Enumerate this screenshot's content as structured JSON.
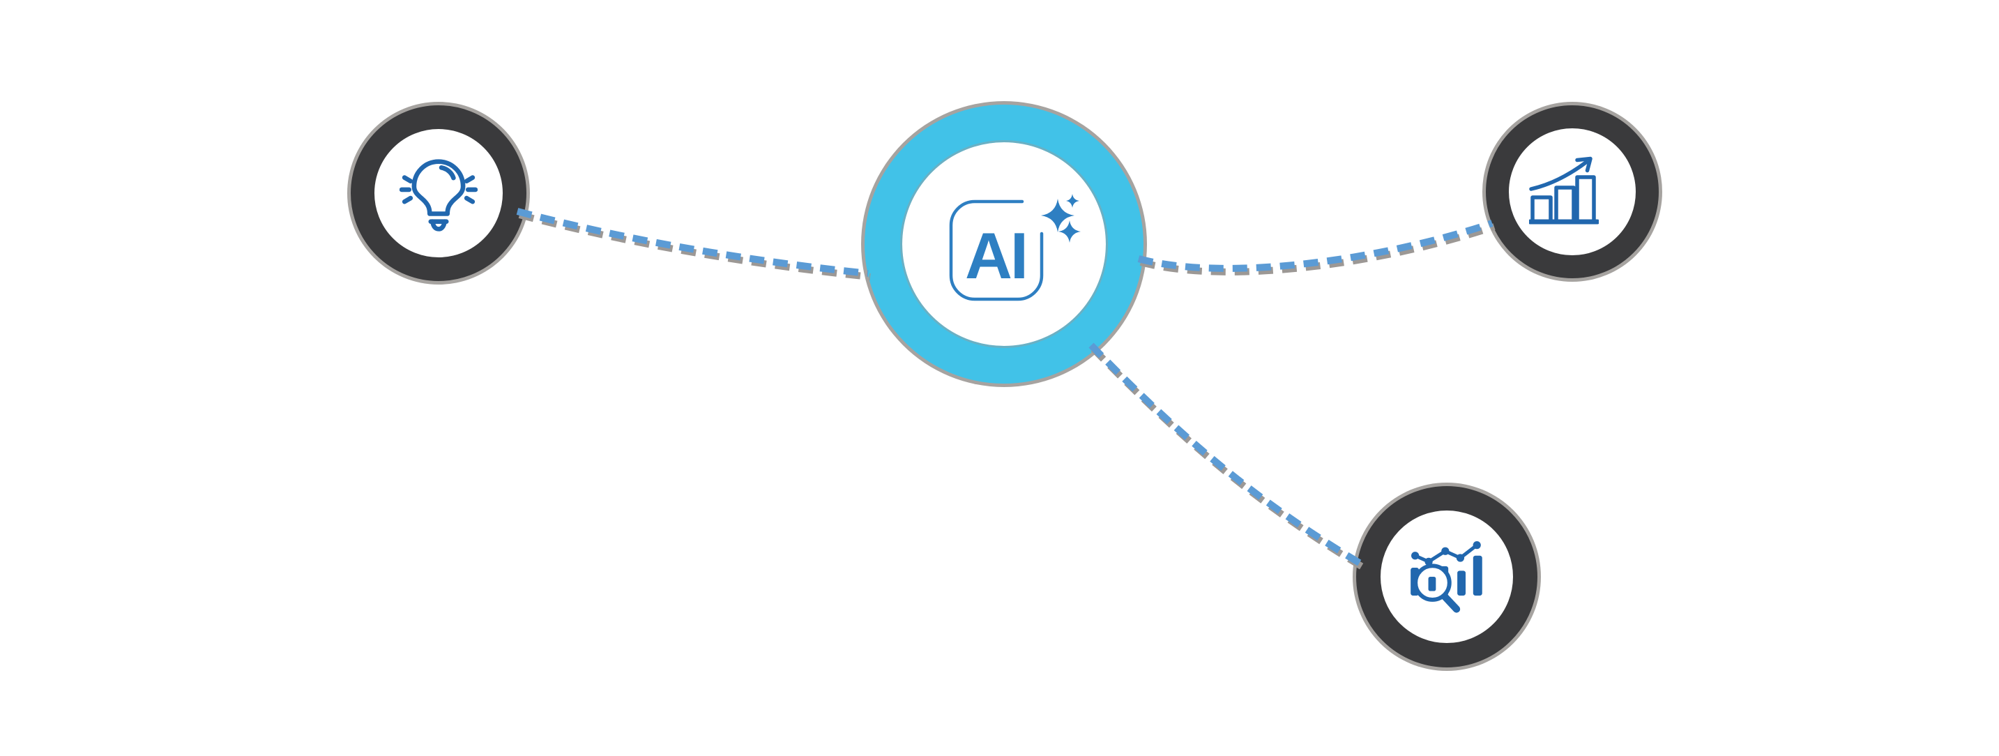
{
  "diagram": {
    "type": "hub-and-spoke",
    "background_color": "#ffffff",
    "hub": {
      "label": "AI",
      "icon": "ai-sparkles-icon",
      "ring_color": "#41C2E8",
      "core_color": "#ffffff",
      "icon_color": "#2E7FC2",
      "outline_color": "#a6a3a0"
    },
    "nodes": [
      {
        "id": "idea",
        "position": "left",
        "icon": "lightbulb-icon",
        "ring_color": "#3A3A3C",
        "core_color": "#ffffff",
        "icon_color": "#2167AE"
      },
      {
        "id": "growth",
        "position": "top-right",
        "icon": "growth-chart-icon",
        "ring_color": "#3A3A3C",
        "core_color": "#ffffff",
        "icon_color": "#2167AE"
      },
      {
        "id": "analytics",
        "position": "bottom-right",
        "icon": "search-analytics-icon",
        "ring_color": "#3A3A3C",
        "core_color": "#ffffff",
        "icon_color": "#2167AE"
      }
    ],
    "connectors": [
      {
        "id": "hub-to-idea",
        "style": "dashed",
        "color": "#5B9BD5",
        "shadow_color": "#9C9895"
      },
      {
        "id": "hub-to-growth",
        "style": "dashed",
        "color": "#5B9BD5",
        "shadow_color": "#9C9895"
      },
      {
        "id": "hub-to-analytics",
        "style": "dashed",
        "color": "#5B9BD5",
        "shadow_color": "#9C9895"
      }
    ]
  }
}
